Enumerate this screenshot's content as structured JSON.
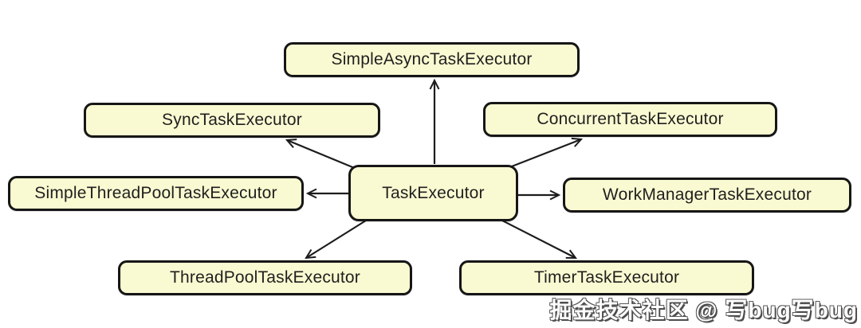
{
  "diagram": {
    "type": "class-hierarchy",
    "center": {
      "id": "task-executor",
      "label": "TaskExecutor"
    },
    "nodes": [
      {
        "id": "simple-async-task-executor",
        "label": "SimpleAsyncTaskExecutor"
      },
      {
        "id": "sync-task-executor",
        "label": "SyncTaskExecutor"
      },
      {
        "id": "concurrent-task-executor",
        "label": "ConcurrentTaskExecutor"
      },
      {
        "id": "simple-thread-pool-task-executor",
        "label": "SimpleThreadPoolTaskExecutor"
      },
      {
        "id": "task-executor",
        "label": "TaskExecutor"
      },
      {
        "id": "work-manager-task-executor",
        "label": "WorkManagerTaskExecutor"
      },
      {
        "id": "thread-pool-task-executor",
        "label": "ThreadPoolTaskExecutor"
      },
      {
        "id": "timer-task-executor",
        "label": "TimerTaskExecutor"
      }
    ],
    "edges": [
      {
        "from": "TaskExecutor",
        "to": "SimpleAsyncTaskExecutor"
      },
      {
        "from": "TaskExecutor",
        "to": "SyncTaskExecutor"
      },
      {
        "from": "TaskExecutor",
        "to": "ConcurrentTaskExecutor"
      },
      {
        "from": "TaskExecutor",
        "to": "SimpleThreadPoolTaskExecutor"
      },
      {
        "from": "TaskExecutor",
        "to": "WorkManagerTaskExecutor"
      },
      {
        "from": "TaskExecutor",
        "to": "ThreadPoolTaskExecutor"
      },
      {
        "from": "TaskExecutor",
        "to": "TimerTaskExecutor"
      }
    ],
    "colors": {
      "node_fill": "#fafad2",
      "node_border": "#161616",
      "arrow": "#1c1c1c",
      "text": "#1f1f1f",
      "background": "#ffffff"
    },
    "watermark": "掘金技术社区 @ 写bug写bug"
  }
}
